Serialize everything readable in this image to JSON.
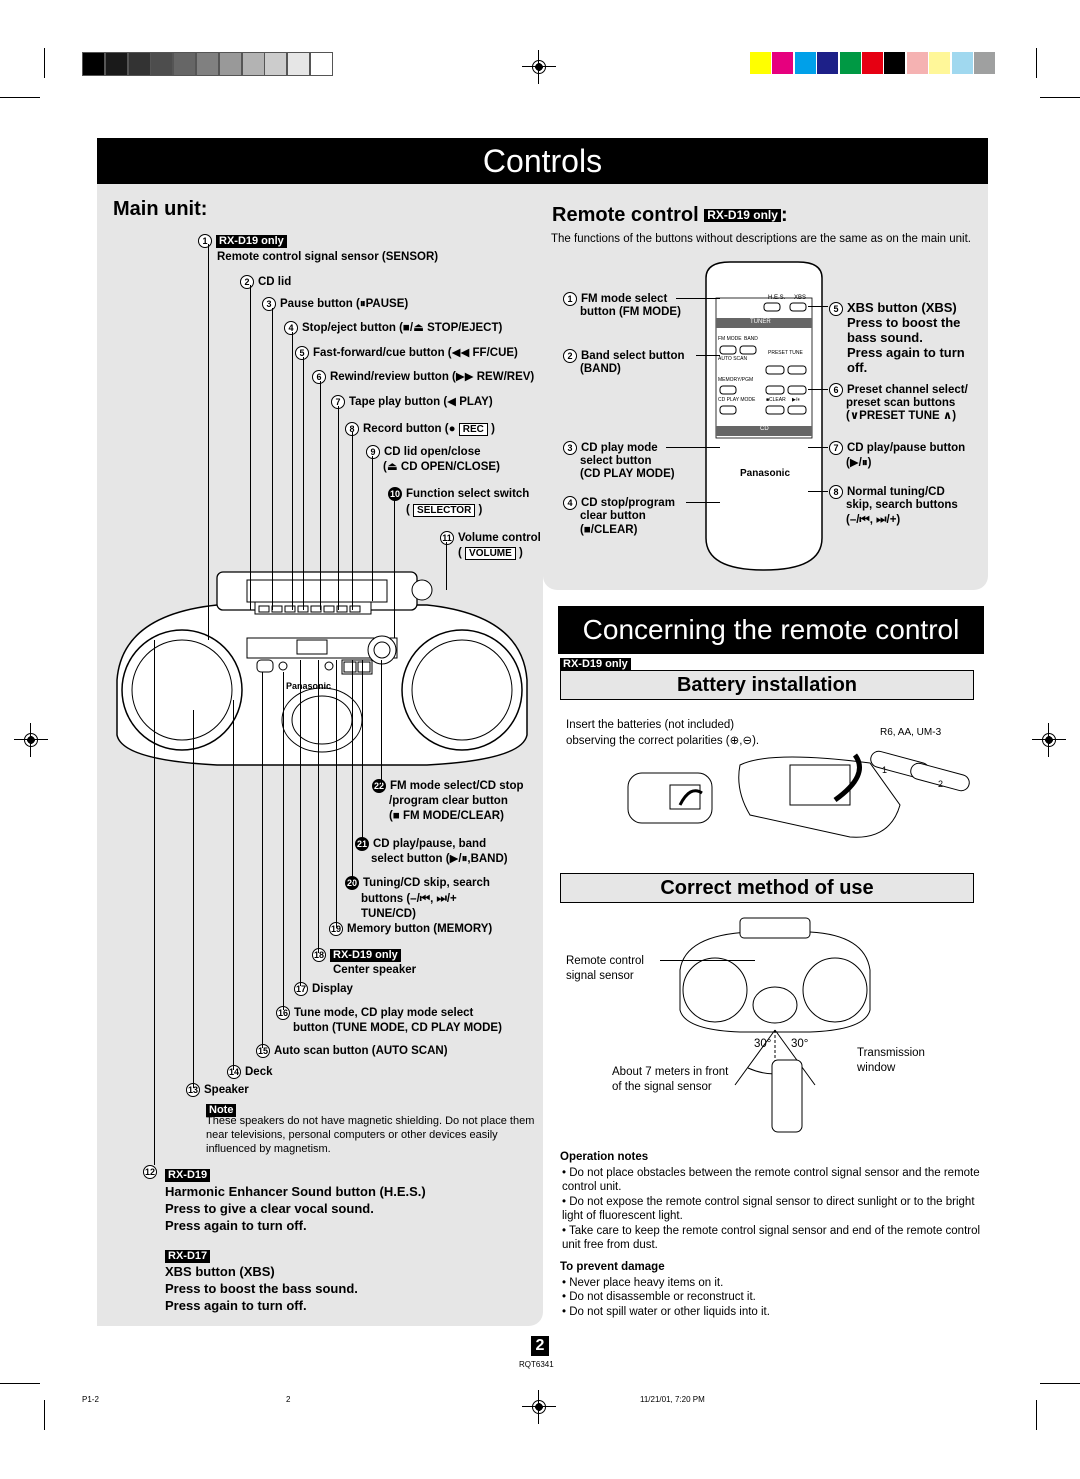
{
  "title": "Controls",
  "main_unit": {
    "heading": "Main unit:",
    "items": [
      {
        "n": "1",
        "tag": "RX-D19 only",
        "text": "Remote control signal sensor (SENSOR)"
      },
      {
        "n": "2",
        "text": "CD lid"
      },
      {
        "n": "3",
        "text": "Pause button (⏸PAUSE)"
      },
      {
        "n": "4",
        "text": "Stop/eject button (■/⏏ STOP/EJECT)"
      },
      {
        "n": "5",
        "text": "Fast-forward/cue button (◀◀ FF/CUE)"
      },
      {
        "n": "6",
        "text": "Rewind/review button (▶▶ REW/REV)"
      },
      {
        "n": "7",
        "text": "Tape play button (◀ PLAY)"
      },
      {
        "n": "8",
        "text": "Record button (●",
        "tagbox": "REC",
        "after": ")"
      },
      {
        "n": "9",
        "text": "CD lid open/close",
        "text2": "(⏏ CD OPEN/CLOSE)"
      },
      {
        "n": "10",
        "text": "Function select switch",
        "tagbox": "SELECTOR"
      },
      {
        "n": "11",
        "text": "Volume control",
        "tagbox": "VOLUME"
      },
      {
        "n": "22",
        "text": "FM mode select/CD stop",
        "text2": "/program clear button",
        "text3": "(■ FM MODE/CLEAR)"
      },
      {
        "n": "21",
        "text": "CD play/pause, band",
        "text2": "select button (▶/⏸,BAND)"
      },
      {
        "n": "20",
        "text": "Tuning/CD skip, search",
        "text2": "buttons (–/⏮, ⏭/+",
        "text3": "TUNE/CD)"
      },
      {
        "n": "19",
        "text": "Memory button (MEMORY)"
      },
      {
        "n": "18",
        "tag": "RX-D19 only",
        "text": "Center speaker"
      },
      {
        "n": "17",
        "text": "Display"
      },
      {
        "n": "16",
        "text": "Tune mode, CD play mode select",
        "text2": "button (TUNE MODE, CD PLAY MODE)"
      },
      {
        "n": "15",
        "text": "Auto scan button (AUTO SCAN)"
      },
      {
        "n": "14",
        "text": "Deck"
      },
      {
        "n": "13",
        "text": "Speaker"
      }
    ],
    "note_tag": "Note",
    "note_text": "These speakers do not have magnetic shielding. Do not place them near televisions, personal computers or other devices easily influenced by magnetism.",
    "item12": {
      "n": "12",
      "tag_d19": "RX-D19",
      "line1": "Harmonic Enhancer Sound button (H.E.S.)",
      "line2": "Press to give a clear vocal sound.",
      "line3": "Press again to turn off.",
      "tag_d17": "RX-D17",
      "line4": "XBS button (XBS)",
      "line5": "Press to boost the bass sound.",
      "line6": "Press again to turn off."
    },
    "panasonic": "Panasonic"
  },
  "remote": {
    "heading": "Remote control",
    "tag": "RX-D19 only",
    "colon": ":",
    "intro": "The functions of the buttons without descriptions are the same as on the main unit.",
    "items": [
      {
        "n": "1",
        "l1": "FM mode select",
        "l2": "button (FM MODE)"
      },
      {
        "n": "2",
        "l1": "Band select button",
        "l2": "(BAND)"
      },
      {
        "n": "3",
        "l1": "CD play mode",
        "l2": "select button",
        "l3": "(CD PLAY MODE)"
      },
      {
        "n": "4",
        "l1": "CD stop/program",
        "l2": "clear button",
        "l3": "(■/CLEAR)"
      },
      {
        "n": "5",
        "l1": "XBS button (XBS)",
        "l2": "Press to boost the",
        "l3": "bass sound.",
        "l4": "Press again to turn",
        "l5": "off."
      },
      {
        "n": "6",
        "l1": "Preset channel select/",
        "l2": "preset scan buttons",
        "l3": "(∨PRESET TUNE ∧)"
      },
      {
        "n": "7",
        "l1": "CD play/pause button",
        "l2": "(▶/⏸)"
      },
      {
        "n": "8",
        "l1": "Normal tuning/CD",
        "l2": "skip, search buttons",
        "l3": "(–/⏮, ⏭/+)"
      }
    ],
    "labels": {
      "hes": "H.E.S.",
      "xbs": "XBS",
      "tuner": "TUNER",
      "fm_mode": "FM MODE",
      "band": "BAND",
      "auto_scan": "AUTO SCAN",
      "preset_tune": "PRESET TUNE",
      "memory": "MEMORY/PGM",
      "cd_play_mode": "CD PLAY MODE",
      "clear": "■CLEAR",
      "play": "▶/⏸",
      "cd": "CD",
      "brand": "Panasonic"
    }
  },
  "concerning": {
    "title": "Concerning the remote control",
    "tag": "RX-D19 only",
    "battery_heading": "Battery installation",
    "battery_text1": "Insert the batteries (not included)",
    "battery_text2": "observing the correct polarities (⊕,⊖).",
    "battery_type": "R6, AA, UM-3",
    "correct_heading": "Correct method of use",
    "sensor_label1": "Remote control",
    "sensor_label2": "signal sensor",
    "angle_left": "30°",
    "angle_right": "30°",
    "distance1": "About 7 meters in front",
    "distance2": "of the signal sensor",
    "window1": "Transmission",
    "window2": "window",
    "op_heading": "Operation notes",
    "op_notes": [
      "Do not place obstacles between the remote control signal sensor and the remote control unit.",
      "Do not expose the remote control signal sensor to direct sunlight or to the bright light of fluorescent light.",
      "Take care to keep the remote control signal sensor and end of the remote control unit free from dust."
    ],
    "damage_heading": "To prevent damage",
    "damage_notes": [
      "Never place heavy items on it.",
      "Do not disassemble or reconstruct it.",
      "Do not spill water or other liquids into it."
    ]
  },
  "footer": {
    "page_num": "2",
    "code": "RQT6341",
    "left": "P1-2",
    "mid": "2",
    "right": "11/21/01, 7:20 PM"
  },
  "colors": {
    "gray_swatches": [
      "#000000",
      "#1a1a1a",
      "#333333",
      "#4d4d4d",
      "#666666",
      "#808080",
      "#999999",
      "#b3b3b3",
      "#cccccc",
      "#e6e6e6",
      "#ffffff"
    ],
    "color_swatches": [
      "#ffff00",
      "#e6007e",
      "#00a0e9",
      "#1d2088",
      "#009944",
      "#e60012",
      "#000000",
      "#f5b2b2",
      "#fff799",
      "#a0d8ef",
      "#9fa0a0"
    ],
    "panel_bg": "#e6e6e6"
  }
}
